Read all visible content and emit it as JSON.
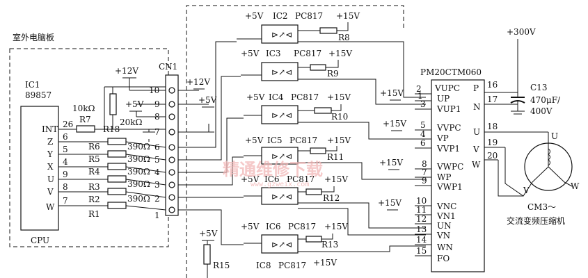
{
  "board_label": "室外电脑板",
  "cpu": {
    "ref": "IC1",
    "part": "89857",
    "name": "CPU",
    "pins": [
      {
        "num": "26",
        "sig": "INT"
      },
      {
        "num": "6",
        "sig": "Z"
      },
      {
        "num": "5",
        "sig": "Y"
      },
      {
        "num": "4",
        "sig": "X"
      },
      {
        "num": "9",
        "sig": "U"
      },
      {
        "num": "8",
        "sig": "V"
      },
      {
        "num": "7",
        "sig": "W"
      }
    ]
  },
  "resistors": {
    "r7": "R7",
    "r7_val": "10kΩ",
    "r18": "R18",
    "r18_val": "20kΩ",
    "series_val": "390Ω",
    "series": [
      "R6",
      "R5",
      "R4",
      "R3",
      "R2",
      "R1"
    ]
  },
  "connector": {
    "ref": "CN1",
    "pins": [
      "10",
      "9",
      "8",
      "7",
      "6",
      "5",
      "4",
      "3",
      "2",
      "1"
    ]
  },
  "supplies": {
    "p12": "+12V",
    "p5": "+5V",
    "p15": "+15V",
    "p300": "+300V"
  },
  "optocouplers": [
    {
      "ref": "IC2",
      "part": "PC817",
      "r": "R8"
    },
    {
      "ref": "IC3",
      "part": "PC817",
      "r": "R9"
    },
    {
      "ref": "IC4",
      "part": "PC817",
      "r": "R10"
    },
    {
      "ref": "IC5",
      "part": "PC817",
      "r": "R11"
    },
    {
      "ref": "IC6",
      "part": "PC817",
      "r": "R12"
    },
    {
      "ref": "IC6",
      "part": "PC817",
      "r": "R13"
    },
    {
      "ref": "IC8",
      "part": "PC817",
      "r": ""
    }
  ],
  "r15": "R15",
  "module": {
    "ref": "PM20CTM060",
    "left_pins": [
      {
        "num": "2",
        "sig": "VUPC"
      },
      {
        "num": "1",
        "sig": "UP"
      },
      {
        "num": "3",
        "sig": "VUP1"
      },
      {
        "num": "5",
        "sig": "VVPC"
      },
      {
        "num": "4",
        "sig": "VP"
      },
      {
        "num": "6",
        "sig": "VVP1"
      },
      {
        "num": "8",
        "sig": "VWPC"
      },
      {
        "num": "7",
        "sig": "WP"
      },
      {
        "num": "9",
        "sig": "VWP1"
      },
      {
        "num": "10",
        "sig": "VNC"
      },
      {
        "num": "11",
        "sig": "VN1"
      },
      {
        "num": "12",
        "sig": "UN"
      },
      {
        "num": "13",
        "sig": "VN"
      },
      {
        "num": "14",
        "sig": "WN"
      },
      {
        "num": "15",
        "sig": "FO"
      }
    ],
    "right_pins": [
      {
        "num": "16",
        "sig": "P"
      },
      {
        "num": "17",
        "sig": "N"
      },
      {
        "num": "18",
        "sig": "U"
      },
      {
        "num": "19",
        "sig": "V"
      },
      {
        "num": "20",
        "sig": "W"
      }
    ]
  },
  "capacitor": {
    "ref": "C13",
    "value1": "470μF/",
    "value2": "400V"
  },
  "motor": {
    "ref": "CM3～",
    "desc": "交流变频压缩机",
    "u": "U",
    "v": "V",
    "w": "W"
  },
  "watermark": {
    "line1": "精通维修下载",
    "line2": "www.gzweix.com"
  }
}
